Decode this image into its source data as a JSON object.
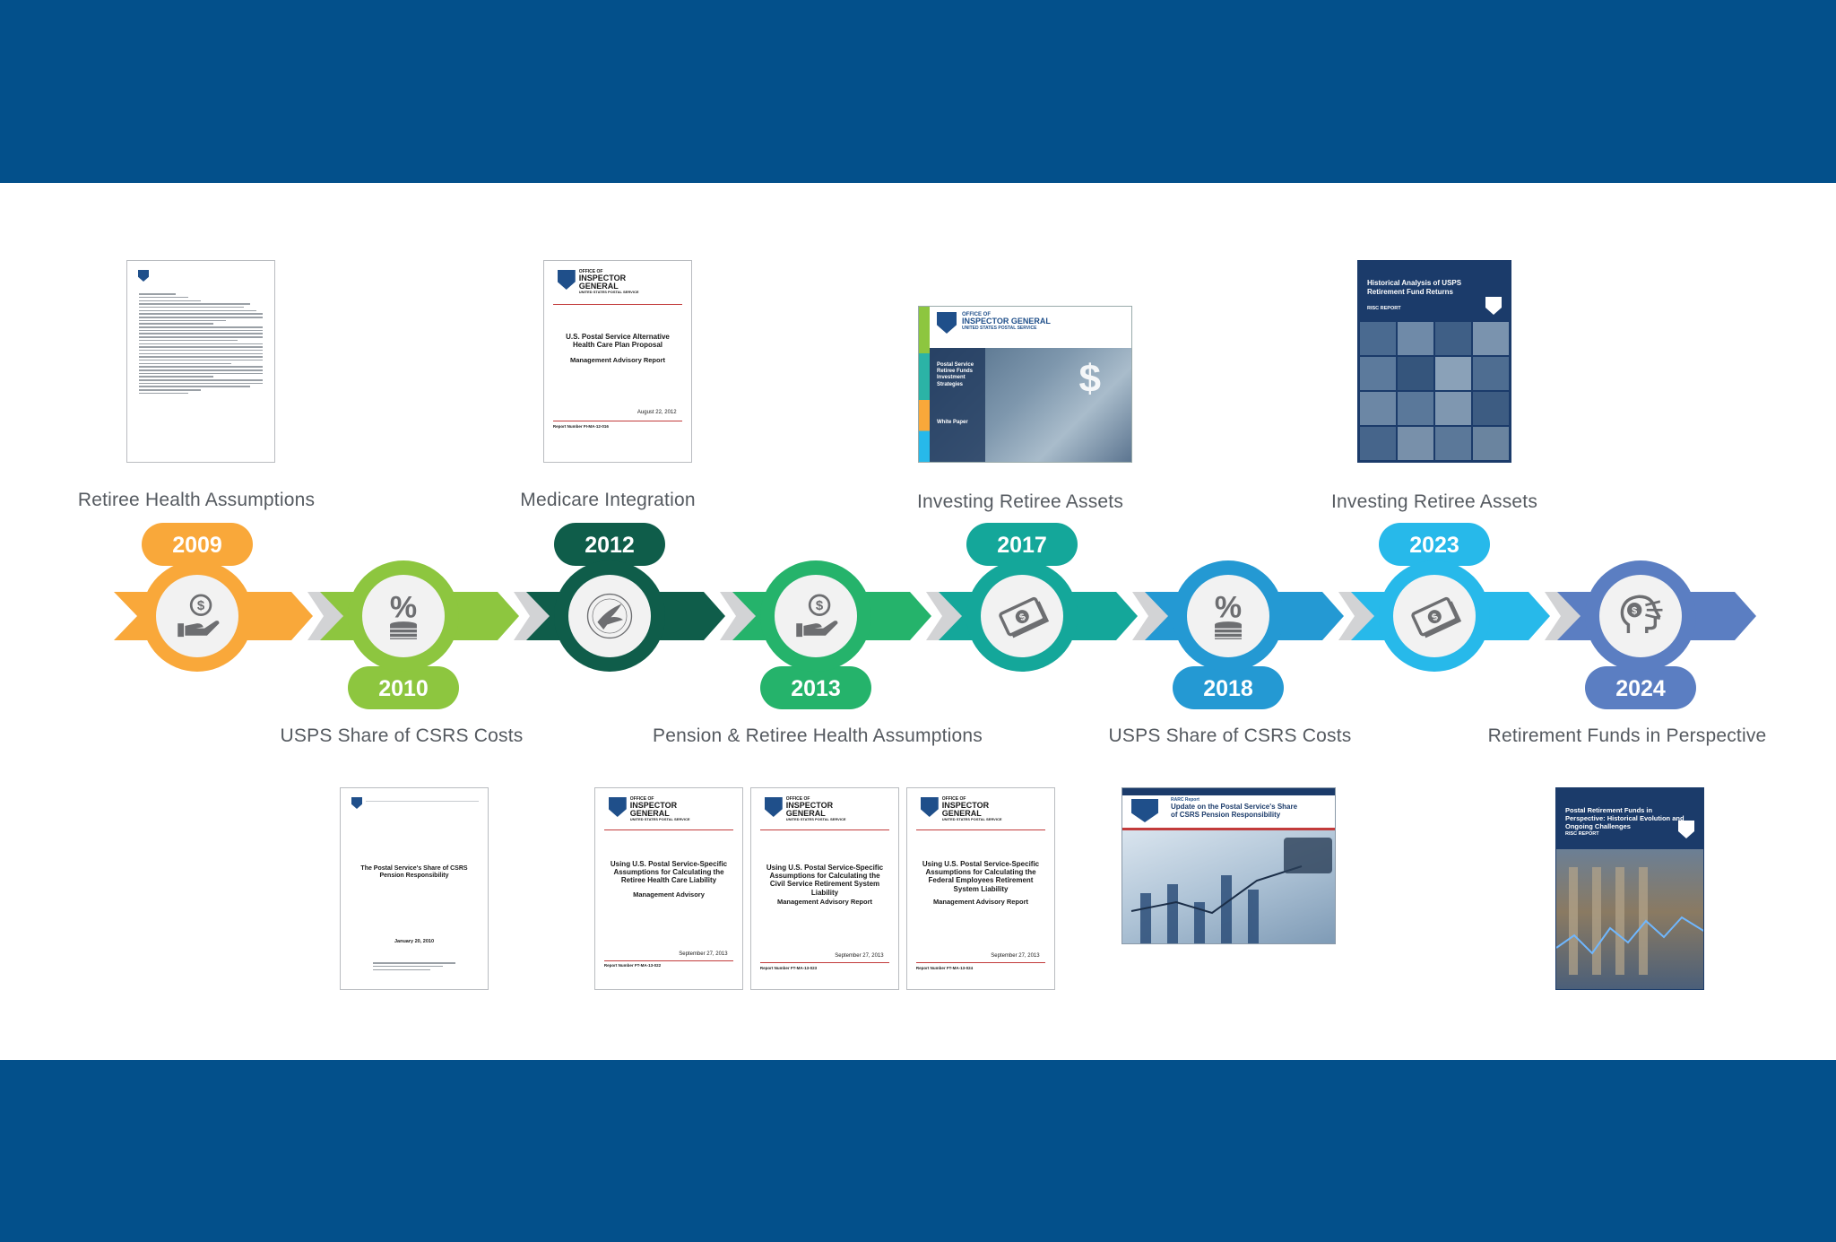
{
  "timeline": {
    "events": [
      {
        "year": "2009",
        "label": "Retiree Health Assumptions",
        "color": "#f9a83a",
        "icon": "money-hand-icon",
        "position": "top"
      },
      {
        "year": "2010",
        "label": "USPS Share of CSRS Costs",
        "color": "#8dc63f",
        "icon": "percent-coins-icon",
        "position": "bottom"
      },
      {
        "year": "2012",
        "label": "Medicare Integration",
        "color": "#0f5d4a",
        "icon": "hhs-seal-icon",
        "position": "top"
      },
      {
        "year": "2013",
        "label": "Pension & Retiree Health Assumptions",
        "color": "#25b36b",
        "icon": "money-hand-icon",
        "position": "bottom"
      },
      {
        "year": "2017",
        "label": "Investing Retiree Assets",
        "color": "#14a79a",
        "icon": "cash-icon",
        "position": "top"
      },
      {
        "year": "2018",
        "label": "USPS Share of CSRS Costs",
        "color": "#2499d3",
        "icon": "percent-coins-icon",
        "position": "bottom"
      },
      {
        "year": "2023",
        "label": "Investing Retiree Assets",
        "color": "#27b9ea",
        "icon": "cash-icon",
        "position": "top"
      },
      {
        "year": "2024",
        "label": "Retirement Funds in Perspective",
        "color": "#5b7ec2",
        "icon": "dollar-head-icon",
        "position": "bottom"
      }
    ]
  },
  "documents": {
    "doc_2012": {
      "brand_small": "OFFICE OF",
      "brand_big1": "INSPECTOR",
      "brand_big2": "GENERAL",
      "brand_sub": "UNITED STATES POSTAL SERVICE",
      "title": "U.S. Postal Service Alternative Health Care Plan Proposal",
      "subtitle": "Management Advisory Report",
      "date": "August 22, 2012",
      "report": "Report Number FI-MA-12-016"
    },
    "doc_2017": {
      "brand1": "OFFICE OF",
      "brand2": "INSPECTOR GENERAL",
      "brand3": "UNITED STATES POSTAL SERVICE",
      "title": "Postal Service Retiree Funds Investment Strategies",
      "subtitle": "White Paper"
    },
    "doc_2023": {
      "title": "Historical Analysis of USPS Retirement Fund Returns",
      "tag": "RISC REPORT"
    },
    "doc_2010": {
      "title": "The Postal Service's Share of CSRS Pension Responsibility",
      "date": "January 20, 2010"
    },
    "doc_2013_a": {
      "brand_small": "OFFICE OF",
      "brand_big1": "INSPECTOR",
      "brand_big2": "GENERAL",
      "brand_sub": "UNITED STATES POSTAL SERVICE",
      "title": "Using U.S. Postal Service-Specific Assumptions for Calculating the Retiree Health Care Liability",
      "subtitle": "Management Advisory",
      "date": "September 27, 2013",
      "report": "Report Number FT-MA-13-022"
    },
    "doc_2013_b": {
      "brand_small": "OFFICE OF",
      "brand_big1": "INSPECTOR",
      "brand_big2": "GENERAL",
      "brand_sub": "UNITED STATES POSTAL SERVICE",
      "title": "Using U.S. Postal Service-Specific Assumptions for Calculating the Civil Service Retirement System Liability",
      "subtitle": "Management Advisory Report",
      "date": "September 27, 2013",
      "report": "Report Number FT-MA-13-023"
    },
    "doc_2013_c": {
      "brand_small": "OFFICE OF",
      "brand_big1": "INSPECTOR",
      "brand_big2": "GENERAL",
      "brand_sub": "UNITED STATES POSTAL SERVICE",
      "title": "Using U.S. Postal Service-Specific Assumptions for Calculating the Federal Employees Retirement System Liability",
      "subtitle": "Management Advisory Report",
      "date": "September 27, 2013",
      "report": "Report Number FT-MA-13-024"
    },
    "doc_2018": {
      "tag": "RARC Report",
      "title": "Update on the Postal Service's Share of CSRS Pension Responsibility"
    },
    "doc_2024": {
      "title": "Postal Retirement Funds in Perspective: Historical Evolution and Ongoing Challenges",
      "tag": "RISC REPORT"
    }
  }
}
